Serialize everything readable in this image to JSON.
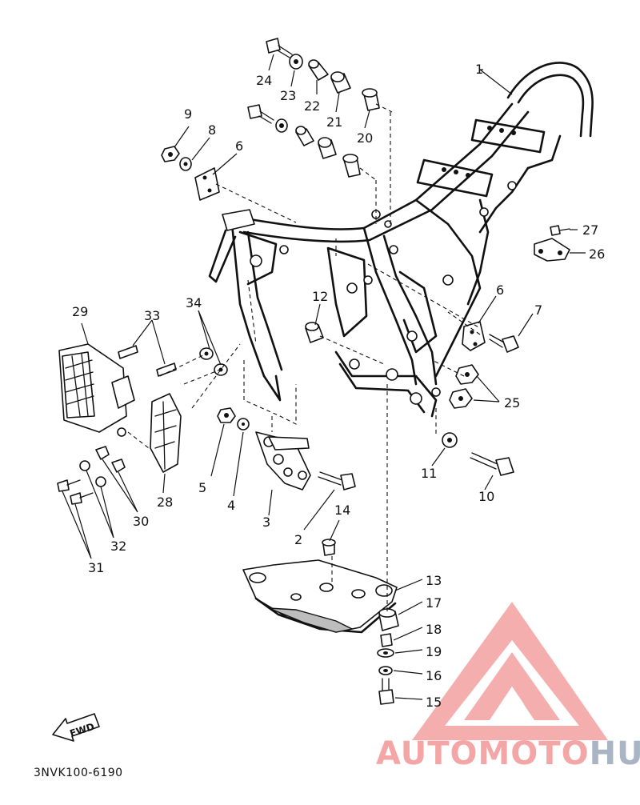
{
  "diagram": {
    "part_numbers": {
      "p1": "1",
      "p2": "2",
      "p3": "3",
      "p4": "4",
      "p5": "5",
      "p6a": "6",
      "p6b": "6",
      "p7": "7",
      "p8": "8",
      "p9": "9",
      "p10": "10",
      "p11": "11",
      "p12": "12",
      "p13": "13",
      "p14": "14",
      "p15": "15",
      "p16": "16",
      "p17": "17",
      "p18": "18",
      "p19": "19",
      "p20": "20",
      "p21": "21",
      "p22": "22",
      "p23": "23",
      "p24": "24",
      "p25": "25",
      "p26": "26",
      "p27": "27",
      "p28": "28",
      "p29": "29",
      "p30": "30",
      "p31": "31",
      "p32": "32",
      "p33": "33",
      "p34": "34"
    },
    "direction_label": "FWD",
    "drawing_code": "3NVK100-6190"
  },
  "watermark": {
    "text_part1": "AUTOMOTO",
    "text_part2": "HUB",
    "colors": {
      "primary": "#f4a6a6",
      "secondary": "#a9b4c4"
    }
  }
}
